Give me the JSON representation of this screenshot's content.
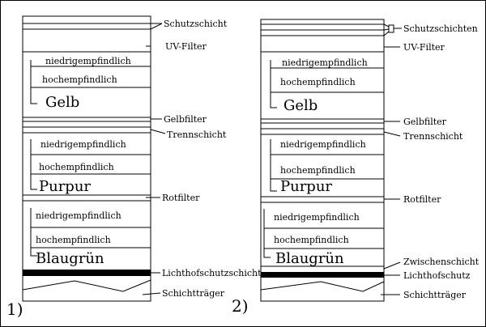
{
  "diagram1": {
    "number": "1)",
    "side_labels": {
      "schutz": "Schutzschicht",
      "uv": "UV-Filter",
      "gelbfilter": "Gelbfilter",
      "trenn": "Trennschicht",
      "rotfilter": "Rotfilter",
      "lichthof": "Lichthofschutzschicht",
      "traeger": "Schichtträger"
    },
    "groups": {
      "yellow": {
        "low": "niedrigempfindlich",
        "high": "hochempfindlich",
        "name": "Gelb"
      },
      "magenta": {
        "low": "niedrigempfindlich",
        "high": "hochempfindlich",
        "name": "Purpur"
      },
      "cyan": {
        "low": "niedrigempfindlich",
        "high": "hochempfindlich",
        "name": "Blaugrün"
      }
    }
  },
  "diagram2": {
    "number": "2)",
    "side_labels": {
      "schutz": "Schutzschichten",
      "uv": "UV-Filter",
      "gelbfilter": "Gelbfilter",
      "trenn": "Trennschicht",
      "rotfilter": "Rotfilter",
      "zwischen": "Zwischenschicht",
      "lichthof": "Lichthofschutz",
      "traeger": "Schichtträger"
    },
    "groups": {
      "yellow": {
        "low": "niedrigempfindlich",
        "high": "hochempfindlich",
        "name": "Gelb"
      },
      "magenta": {
        "low": "niedrigempfindlich",
        "high": "hochempfindlich",
        "name": "Purpur"
      },
      "cyan": {
        "low": "niedrigempfindlich",
        "high": "hochempfindlich",
        "name": "Blaugrün"
      }
    }
  }
}
